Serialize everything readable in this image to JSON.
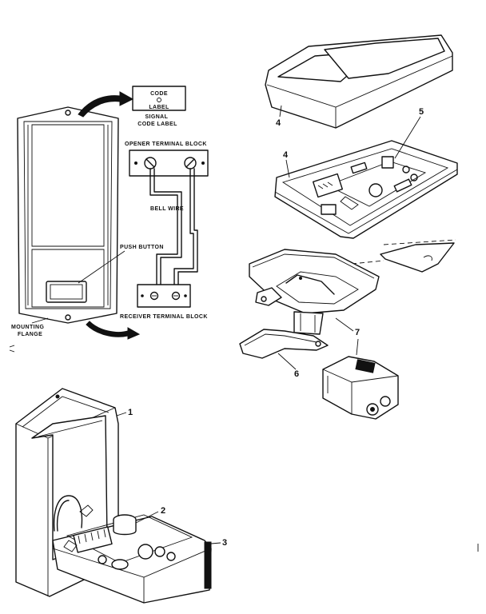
{
  "labels": {
    "code": "CODE",
    "label": "LABEL",
    "signal_code_label": "SIGNAL\nCODE LABEL",
    "opener_terminal_block": "OPENER TERMINAL BLOCK",
    "bell_wire": "BELL WIRE",
    "push_button": "PUSH BUTTON",
    "receiver_terminal_block": "RECEIVER TERMINAL BLOCK",
    "mounting_flange": "MOUNTING\nFLANGE"
  },
  "callouts": {
    "p1": "1",
    "p2": "2",
    "p3": "3",
    "p4_top": "4",
    "p4_base": "4",
    "p5": "5",
    "p6": "6",
    "p7": "7"
  }
}
